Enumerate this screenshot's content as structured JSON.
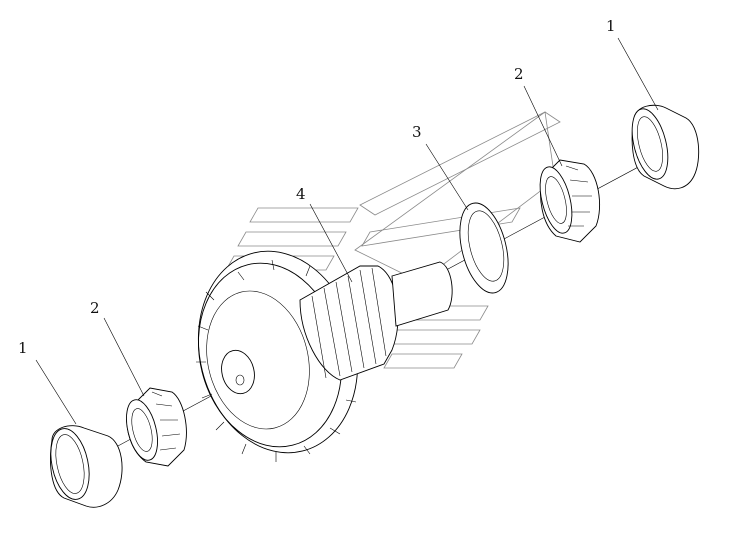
{
  "callouts": [
    {
      "id": "left-cup",
      "label": "1"
    },
    {
      "id": "left-cone",
      "label": "2"
    },
    {
      "id": "shaft-gear",
      "label": "4"
    },
    {
      "id": "spacer",
      "label": "3"
    },
    {
      "id": "right-cone",
      "label": "2"
    },
    {
      "id": "right-cup",
      "label": "1"
    }
  ],
  "colors": {
    "line": "#000000",
    "watermark": "#8a8a8a",
    "background": "#ffffff"
  }
}
